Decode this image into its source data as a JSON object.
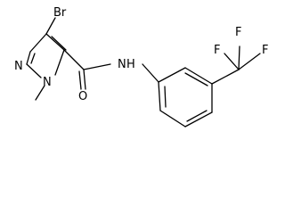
{
  "structure": {
    "atoms": {
      "br": "Br",
      "n_ring": "N",
      "n_methyl": "N",
      "amide_n": "N",
      "amide_h": "H",
      "carbonyl_o": "O",
      "f_top": "F",
      "f_right": "F",
      "f_left": "F"
    }
  }
}
